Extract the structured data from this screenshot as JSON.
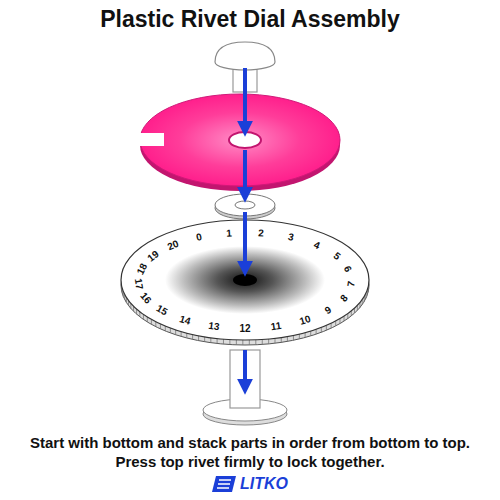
{
  "diagram": {
    "title": "Plastic Rivet Dial Assembly",
    "caption": "Start with bottom and stack parts in order from bottom to top. Press top rivet firmly to lock together.",
    "labels": [
      "0",
      "1",
      "2",
      "3",
      "4",
      "5",
      "6",
      "7",
      "8",
      "9",
      "10",
      "11",
      "12",
      "13",
      "14",
      "15",
      "16",
      "17",
      "18",
      "19",
      "20",
      "LITKO"
    ]
  }
}
